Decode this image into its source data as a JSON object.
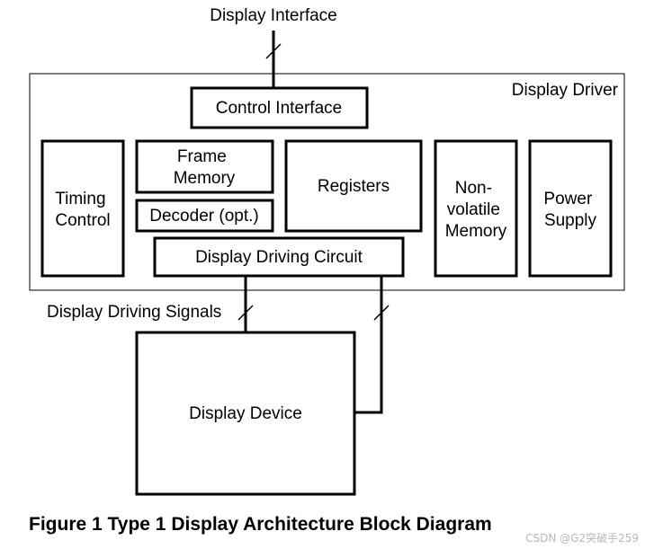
{
  "diagram": {
    "top_bus_label": "Display Interface",
    "driver_label": "Display Driver",
    "control_interface": "Control Interface",
    "timing_control": [
      "Timing",
      "Control"
    ],
    "frame_memory": [
      "Frame",
      "Memory"
    ],
    "decoder": "Decoder (opt.)",
    "registers": "Registers",
    "nonvolatile_memory": [
      "Non-",
      "volatile",
      "Memory"
    ],
    "power_supply": [
      "Power",
      "Supply"
    ],
    "driving_circuit": "Display Driving Circuit",
    "driving_signals_label": "Display Driving Signals",
    "display_device": "Display Device"
  },
  "caption": "Figure 1 Type 1 Display Architecture Block Diagram",
  "watermark": "CSDN @G2突破手259"
}
